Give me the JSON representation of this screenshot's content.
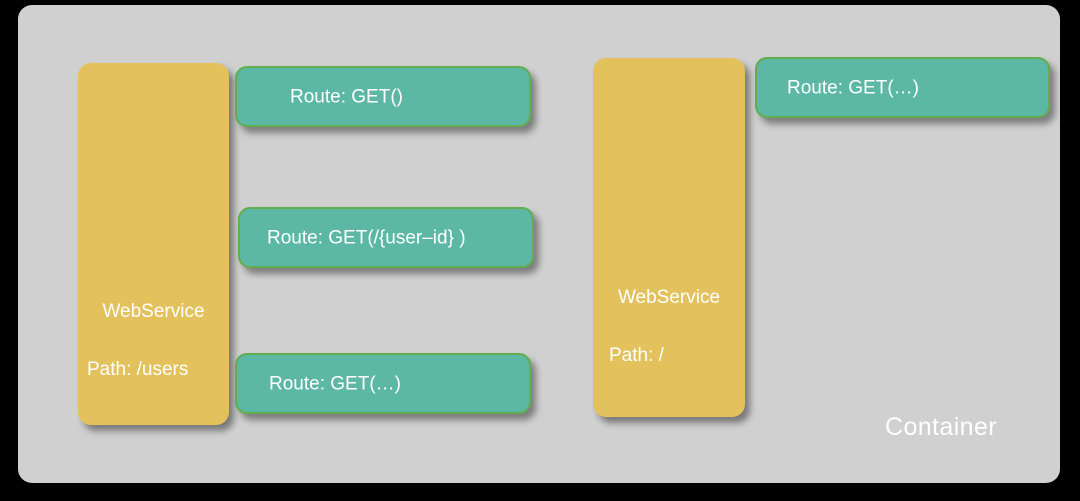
{
  "diagram": {
    "title": "Container",
    "colors": {
      "background": "#000000",
      "container_fill": "#d0d0d0",
      "webservice_fill": "#e3c25e",
      "route_fill": "#5cb8a5",
      "route_border": "#62ad4e",
      "text": "#ffffff"
    },
    "container": {
      "label": "Container"
    },
    "webservices": [
      {
        "title": "WebService",
        "path_label": "Path: /users"
      },
      {
        "title": "WebService",
        "path_label": "Path: /"
      }
    ],
    "routes": [
      {
        "label": "Route: GET()"
      },
      {
        "label": "Route: GET(/{user–id} )"
      },
      {
        "label": "Route: GET(…)"
      },
      {
        "label": "Route: GET(…)"
      }
    ]
  }
}
